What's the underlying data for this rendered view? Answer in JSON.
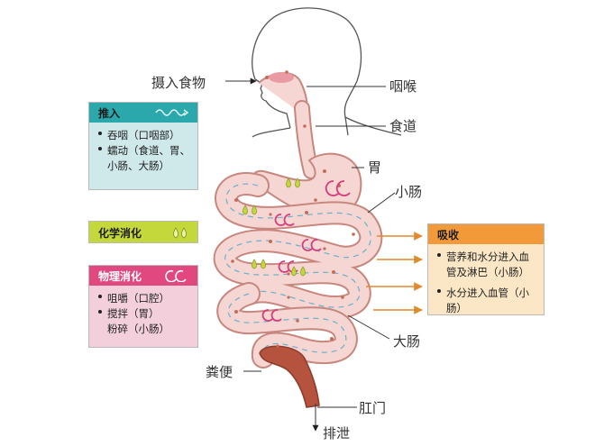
{
  "labels": {
    "ingest": "摄入食物",
    "pharynx": "咽喉",
    "esophagus": "食道",
    "stomach": "胃",
    "small_intestine": "小肠",
    "large_intestine": "大肠",
    "feces": "粪便",
    "anus": "肛门",
    "excretion": "排泄"
  },
  "propulsion": {
    "title": "推入",
    "items": [
      "吞咽（口咽部）",
      "蠕动（食道、胃、小肠、大肠）"
    ]
  },
  "chemical": {
    "title": "化学消化"
  },
  "physical": {
    "title": "物理消化",
    "items": [
      "咀嚼（口腔）",
      "搅拌（胃）",
      "粉碎（小肠）"
    ]
  },
  "absorption": {
    "title": "吸收",
    "items": [
      "营养和水分进入血管及淋巴（小肠）",
      "水分进入血管（小肠）"
    ]
  },
  "colors": {
    "propulsion_header": "#2aa8ac",
    "propulsion_body": "#cfe8ea",
    "chemical": "#c5d83b",
    "physical_header": "#e0487f",
    "physical_body": "#f3cfdc",
    "absorption_header": "#f29a3a",
    "absorption_body": "#fbe7c6",
    "tract_fill": "#f6d6d3",
    "tract_outline": "#c7867e",
    "rectum": "#b5533e"
  },
  "icons": {
    "propulsion": "wave-icon",
    "chemical": "droplets-icon",
    "physical": "mixing-circles-icon"
  }
}
